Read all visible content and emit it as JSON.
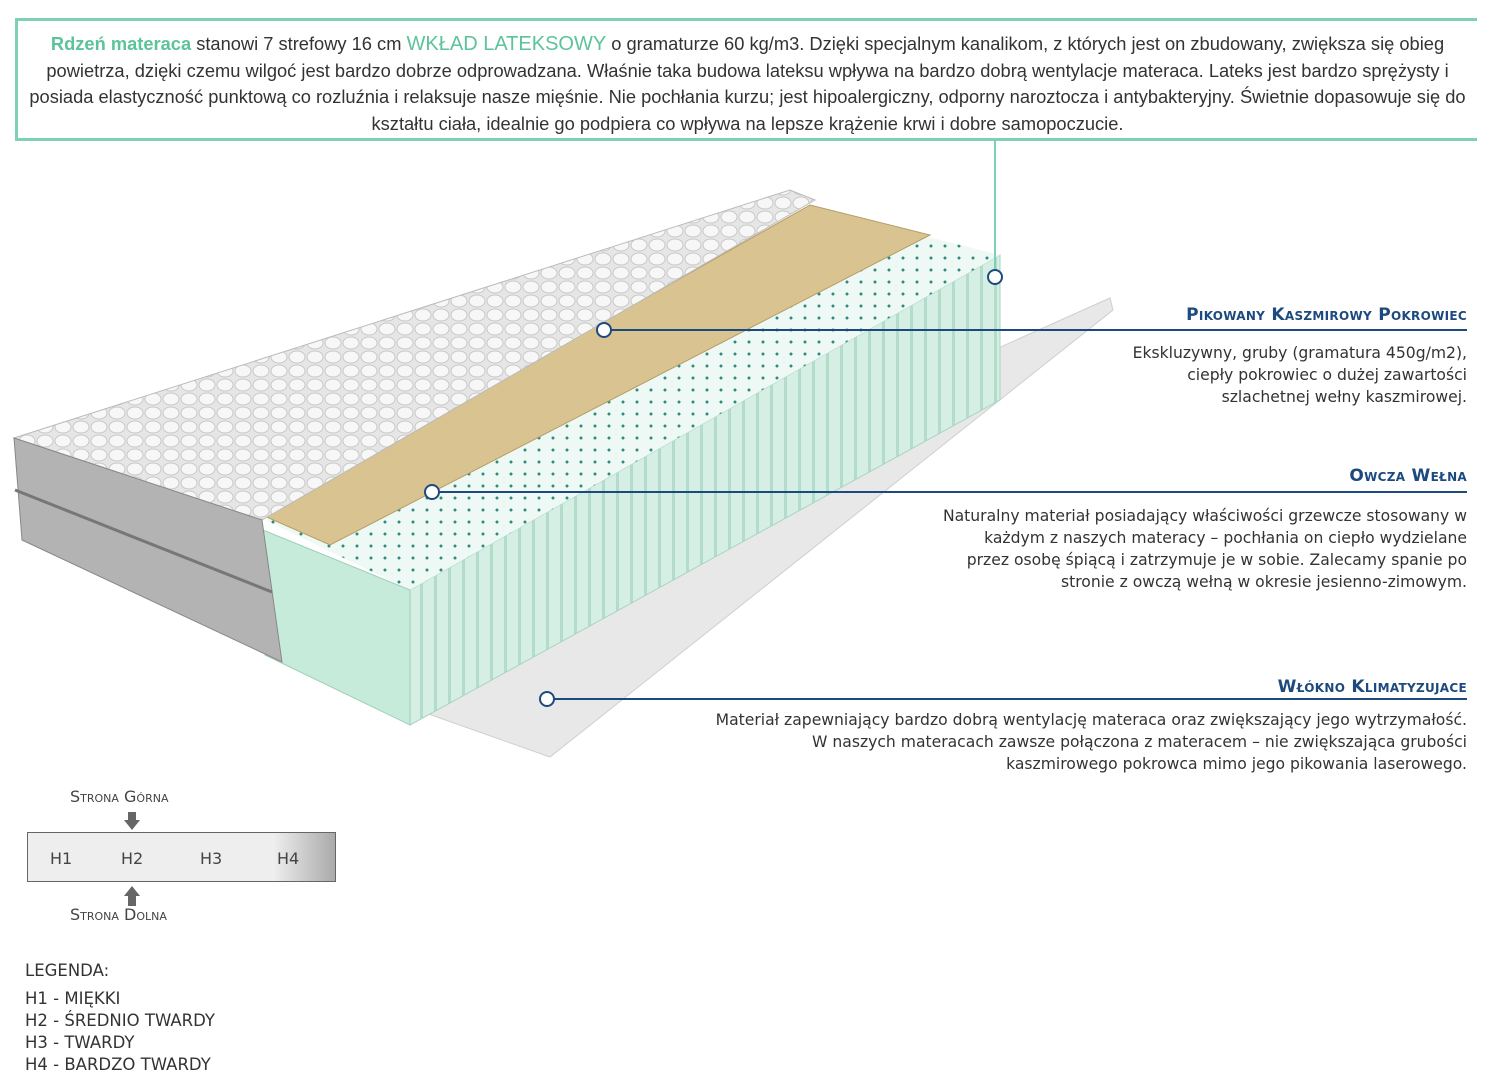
{
  "intro": {
    "highlight1": "Rdzeń materaca",
    "text1": " stanowi 7 strefowy 16 cm ",
    "highlight2": "WKŁAD LATEKSOWY",
    "text2": " o gramaturze 60 kg/m3. Dzięki specjalnym kanalikom, z których jest on zbudowany, zwiększa się obieg powietrza, dzięki czemu wilgoć jest bardzo dobrze odprowadzana. Właśnie taka budowa lateksu wpływa na bardzo dobrą wentylacje materaca. Lateks jest bardzo sprężysty i posiada elastyczność punktową co rozluźnia i relaksuje nasze mięśnie. Nie pochłania kurzu; jest hipoalergiczny, odporny naroztocza i antybakteryjny. Świetnie dopasowuje się do kształtu ciała, idealnie go podpiera co wpływa na lepsze krążenie krwi i dobre samopoczucie."
  },
  "layers": [
    {
      "title": "Pikowany Kaszmirowy Pokrowiec",
      "lines": [
        "Ekskluzywny, gruby (gramatura 450g/m2),",
        "ciepły pokrowiec o dużej zawartości",
        "szlachetnej wełny kaszmirowej."
      ]
    },
    {
      "title": "Owcza Wełna",
      "lines": [
        "Naturalny materiał posiadający właściwości grzewcze stosowany w",
        "każdym z naszych materacy – pochłania on ciepło wydzielane",
        "przez osobę śpiącą i zatrzymuje je w sobie. Zalecamy spanie po",
        "stronie z owczą wełną w okresie jesienno-zimowym."
      ]
    },
    {
      "title": "Włókno Klimatyzujace",
      "lines": [
        "Materiał zapewniający bardzo dobrą wentylację materaca oraz zwiększający jego wytrzymałość.",
        "W naszych materacach zawsze połączona z materacem – nie zwiększająca grubości",
        "kaszmirowego pokrowca mimo jego pikowania laserowego."
      ]
    }
  ],
  "firmness": {
    "top_label": "Strona Górna",
    "bottom_label": "Strona Dolna",
    "levels": [
      "H1",
      "H2",
      "H3",
      "H4"
    ]
  },
  "legend": {
    "title": "LEGENDA:",
    "items": [
      "H1 - MIĘKKI",
      "H2 - ŚREDNIO TWARDY",
      "H3 - TWARDY",
      "H4 - BARDZO TWARDY"
    ]
  },
  "colors": {
    "accent": "#5cc39a",
    "title": "#1d4a7e"
  }
}
